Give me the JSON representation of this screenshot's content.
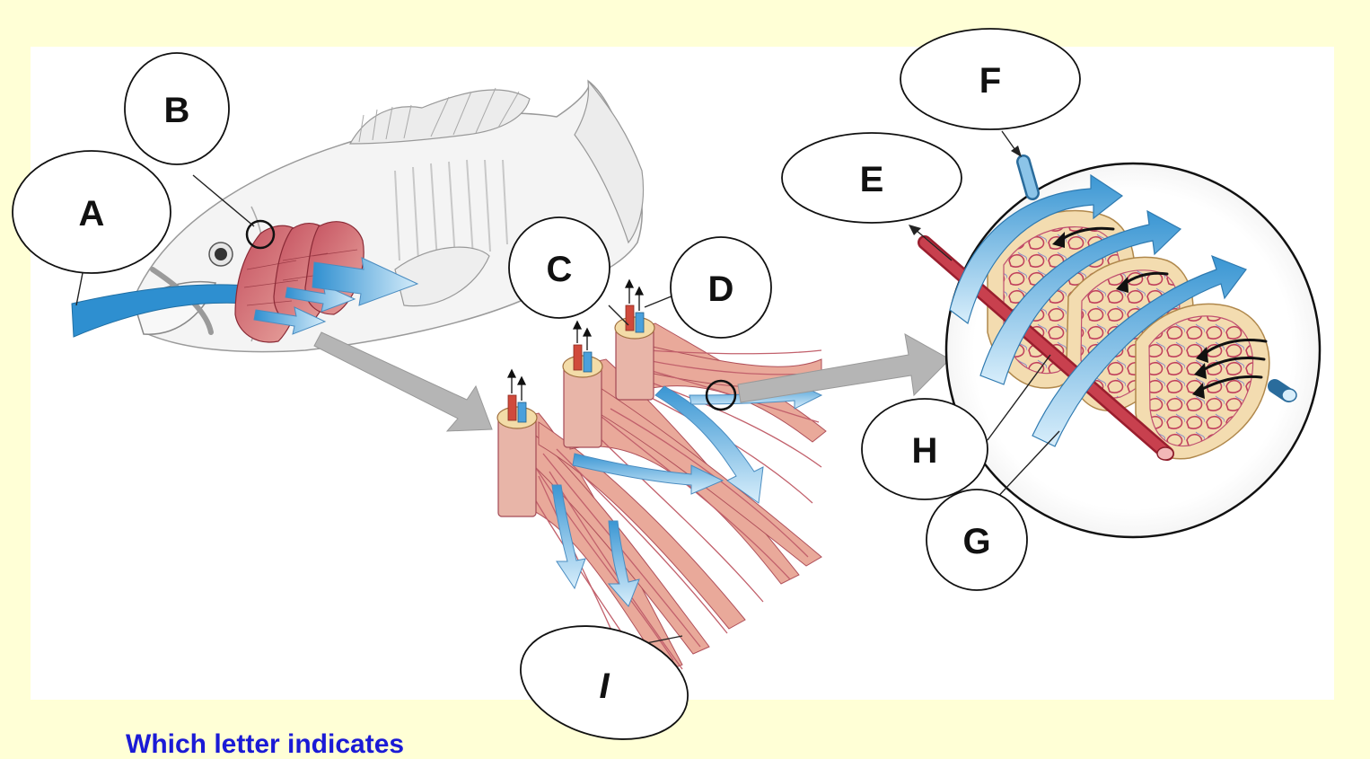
{
  "labels": {
    "a": "A",
    "b": "B",
    "c": "C",
    "d": "D",
    "e": "E",
    "f": "F",
    "g": "G",
    "h": "H",
    "i": "I"
  },
  "question": "Which letter indicates",
  "colors": {
    "background": "#ffffd6",
    "panel": "#ffffff",
    "water_arrow": "#3d9ad6",
    "gill_filament": "#c85a68",
    "artery": "#b82b3c",
    "vein": "#5aa8d8",
    "question_text": "#1a1ad6"
  }
}
